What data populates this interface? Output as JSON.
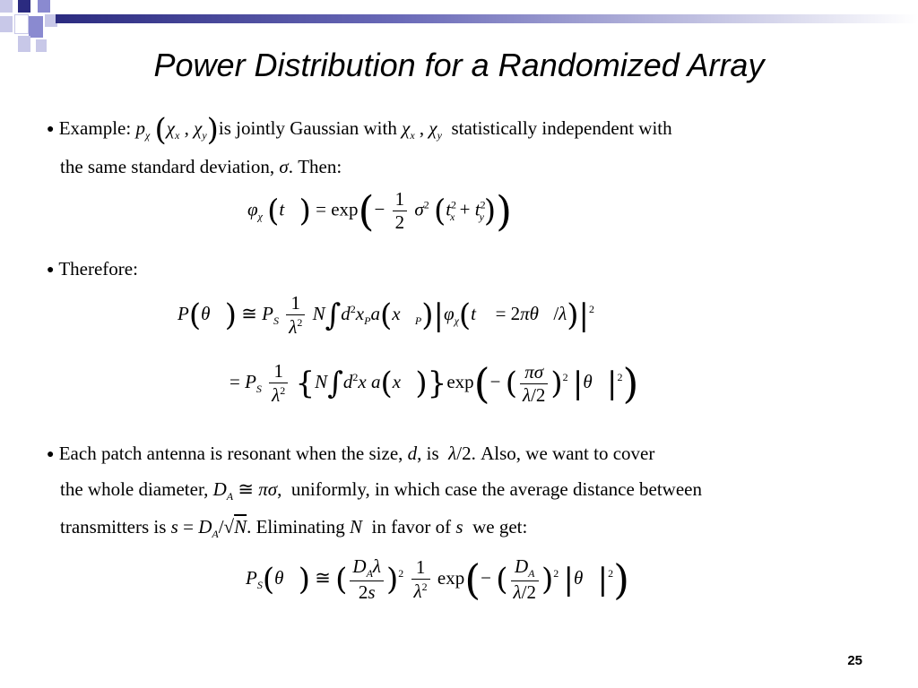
{
  "slide": {
    "title": "Power Distribution for a Randomized Array",
    "page_number": "25"
  },
  "bullets": {
    "b1_line1_a": "Example:",
    "b1_line1_b": "is jointly Gaussian with",
    "b1_line1_c": "statistically independent with",
    "b1_line2": "the same standard deviation,",
    "b1_line2_end": ". Then:",
    "b2": "Therefore:",
    "b3_line1_a": "Each patch antenna is resonant when the size,",
    "b3_line1_b": "is",
    "b3_line1_c": ". Also, we want to cover",
    "b3_line2_a": "the whole diameter,",
    "b3_line2_b": "uniformly, in which case the average distance between",
    "b3_line3_a": "transmitters is",
    "b3_line3_b": ". Eliminating",
    "b3_line3_c": "in favor of",
    "b3_line3_d": "we get:"
  },
  "math": {
    "exp": "exp",
    "one": "1",
    "two": "2"
  },
  "colors": {
    "deco_dark": "#2b2b80",
    "deco_mid": "#8a8ad0",
    "deco_light": "#c8c8e8"
  }
}
